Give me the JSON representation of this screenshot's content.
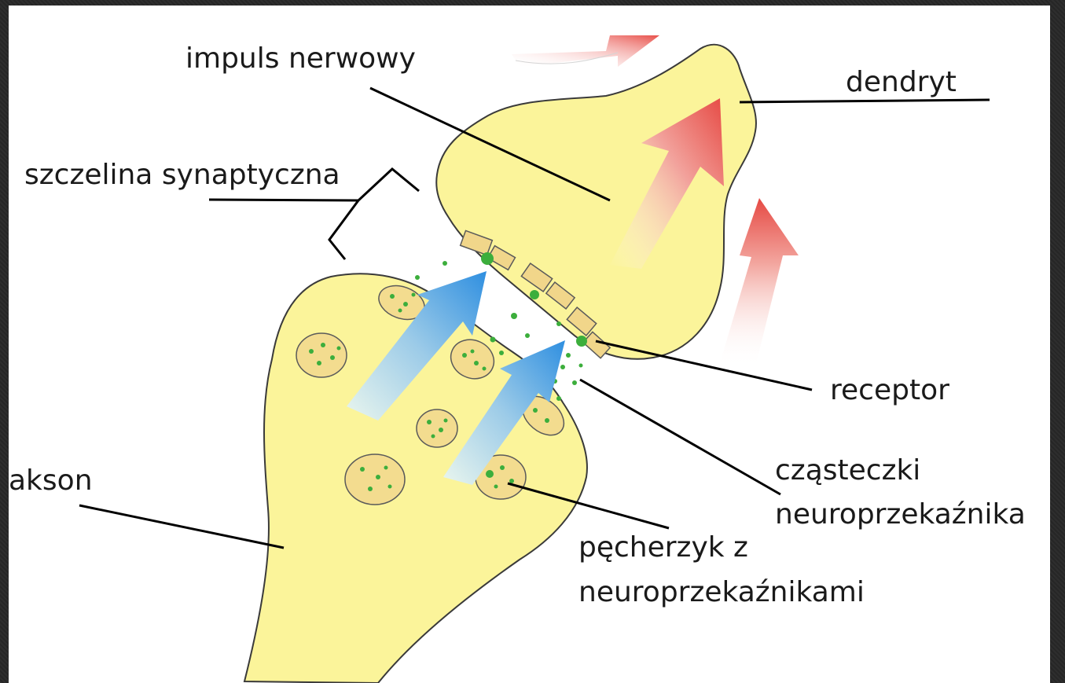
{
  "labels": {
    "impulse": "impuls nerwowy",
    "dendrite": "dendryt",
    "cleft": "szczelina synaptyczna",
    "receptor": "receptor",
    "particles_line1": "cząsteczki",
    "particles_line2": "neuroprzekaźnika",
    "axon": "akson",
    "vesicle_line1": "pęcherzyk z",
    "vesicle_line2": "neuroprzekaźnikami"
  },
  "colors": {
    "membrane": "#fbf49a",
    "vesicle": "#f3dc8f",
    "receptor": "#f1d68a",
    "neurotransmitter": "#3cae3c",
    "impulse_arrow": "#e8504a",
    "release_arrow": "#2f8fe0",
    "leader_line": "#000000"
  }
}
